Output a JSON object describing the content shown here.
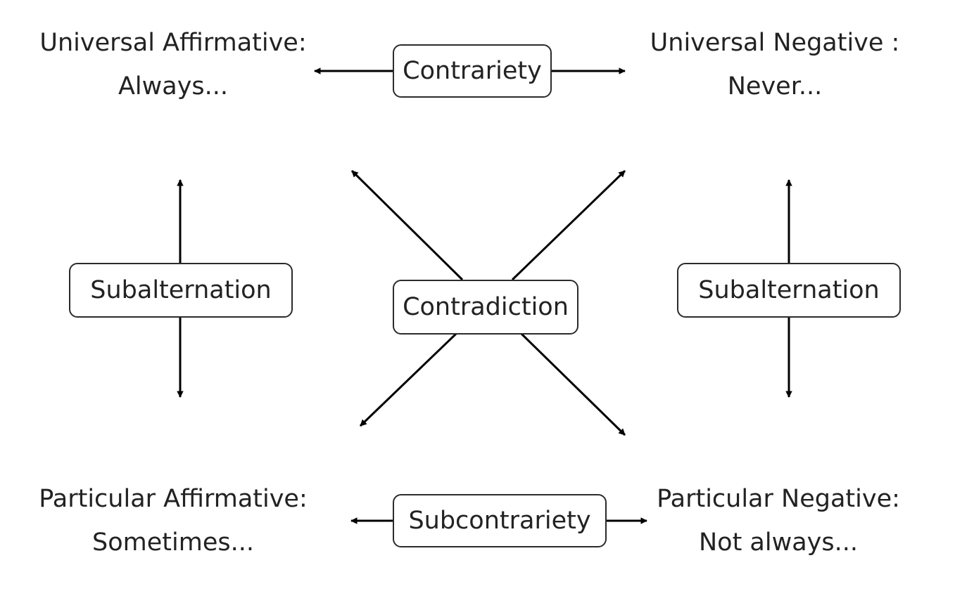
{
  "propositions": {
    "universal_affirmative": {
      "title": "Universal Affirmative:",
      "example": "Always..."
    },
    "universal_negative": {
      "title": "Universal Negative :",
      "example": "Never..."
    },
    "particular_affirmative": {
      "title": "Particular Affirmative:",
      "example": "Sometimes..."
    },
    "particular_negative": {
      "title": "Particular Negative:",
      "example": "Not always..."
    }
  },
  "relations": {
    "contrariety": "Contrariety",
    "contradiction": "Contradiction",
    "subalternation_left": "Subalternation",
    "subalternation_right": "Subalternation",
    "subcontrariety": "Subcontrariety"
  },
  "colors": {
    "line": "#000000",
    "box_border": "#2b2b2b",
    "text": "#222222",
    "background": "#ffffff"
  }
}
